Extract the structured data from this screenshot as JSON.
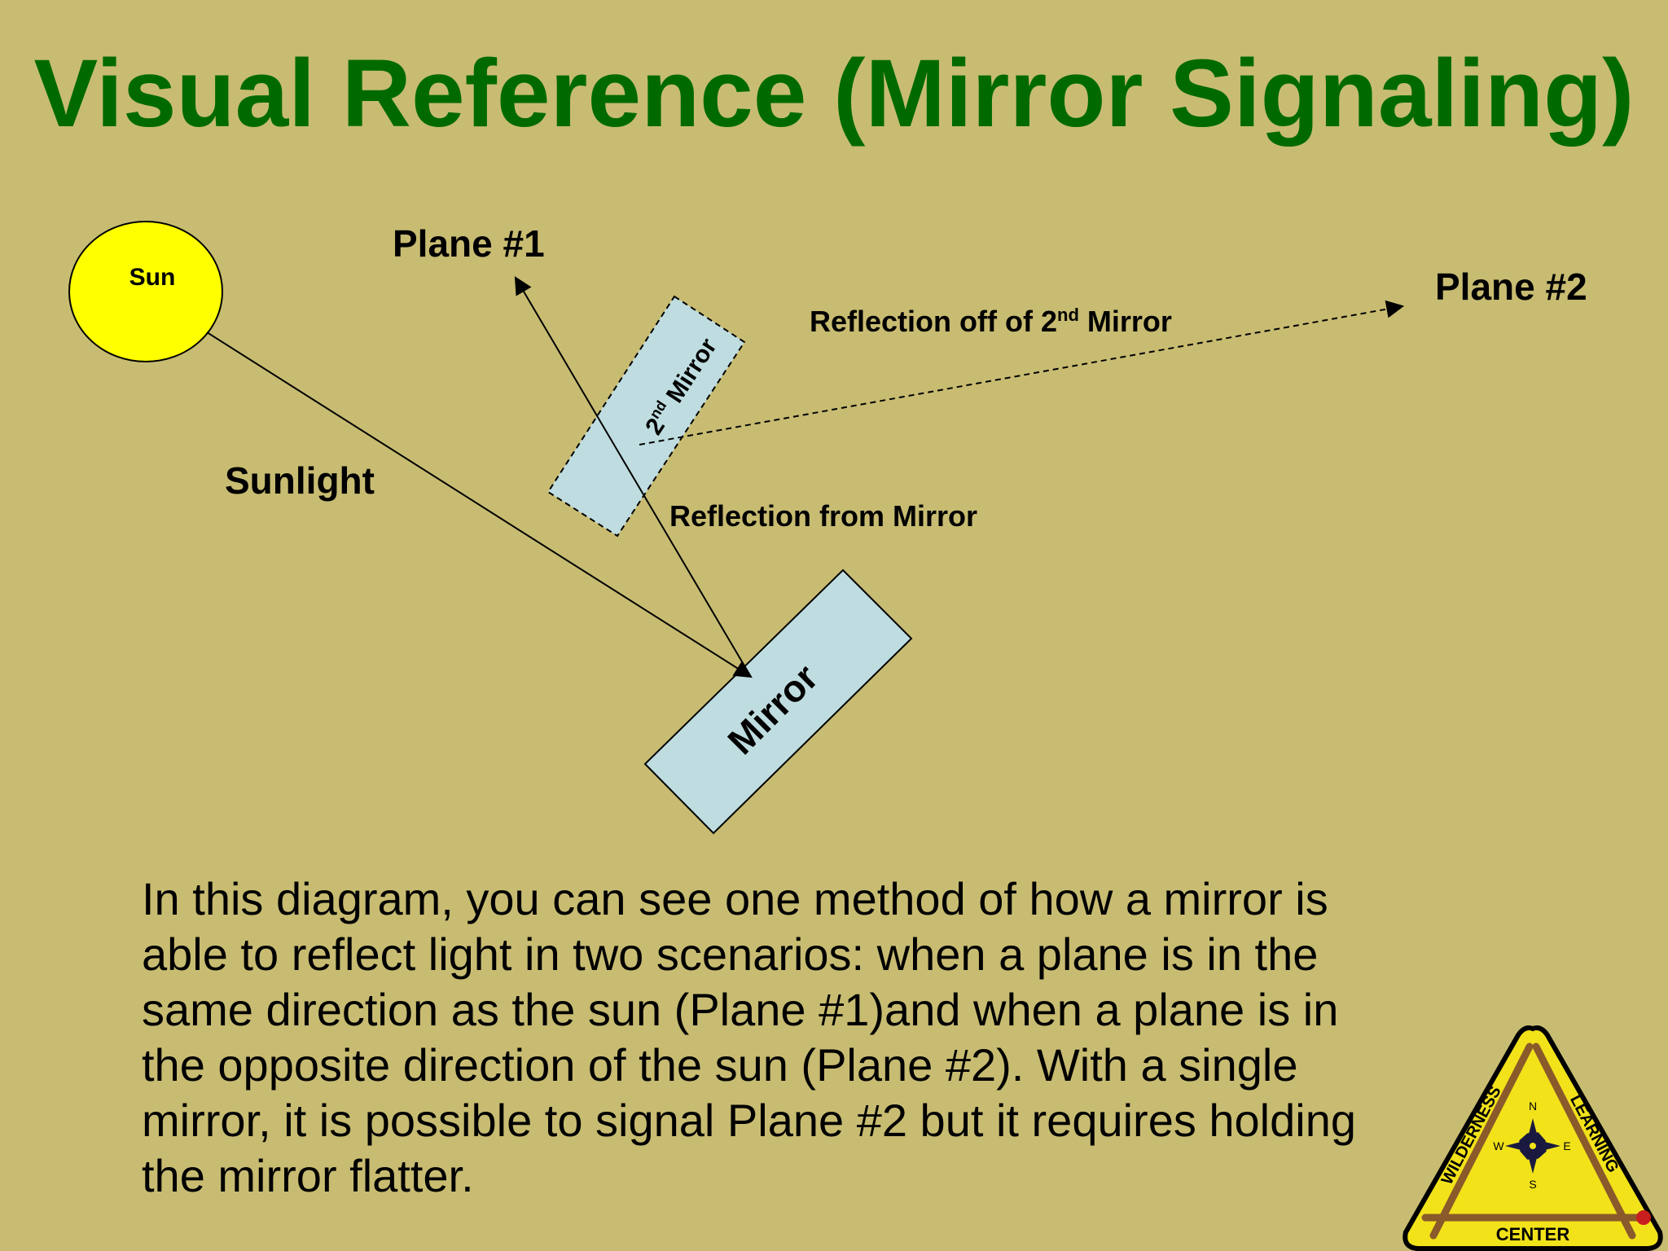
{
  "title": "Visual Reference (Mirror Signaling)",
  "labels": {
    "sun": "Sun",
    "sunlight": "Sunlight",
    "plane1": "Plane #1",
    "plane2": "Plane #2",
    "mirror": "Mirror",
    "second_mirror_prefix": "2",
    "second_mirror_sup": "nd",
    "second_mirror_suffix": " Mirror",
    "reflection_from_mirror": "Reflection from Mirror",
    "reflection_second_prefix": "Reflection off of 2",
    "reflection_second_sup": "nd",
    "reflection_second_suffix": " Mirror"
  },
  "body_lines": [
    "In this diagram, you can see one method of how a mirror is",
    "able to reflect light in two scenarios: when a plane is in the",
    "same direction as the sun (Plane #1)and when a plane is in",
    "the opposite direction of the sun (Plane #2). With a single",
    "mirror, it is possible to signal Plane #2 but it requires holding",
    "the mirror flatter."
  ],
  "logo": {
    "top_left": "WILDERNESS",
    "top_right": "LEARNING",
    "bottom": "CENTER",
    "compass": [
      "N",
      "E",
      "S",
      "W"
    ]
  },
  "colors": {
    "background": "#C8BC72",
    "title": "#006A00",
    "sun": "#FFFF00",
    "mirror": "#BFDDE0",
    "logo_yellow": "#F2E21A"
  }
}
